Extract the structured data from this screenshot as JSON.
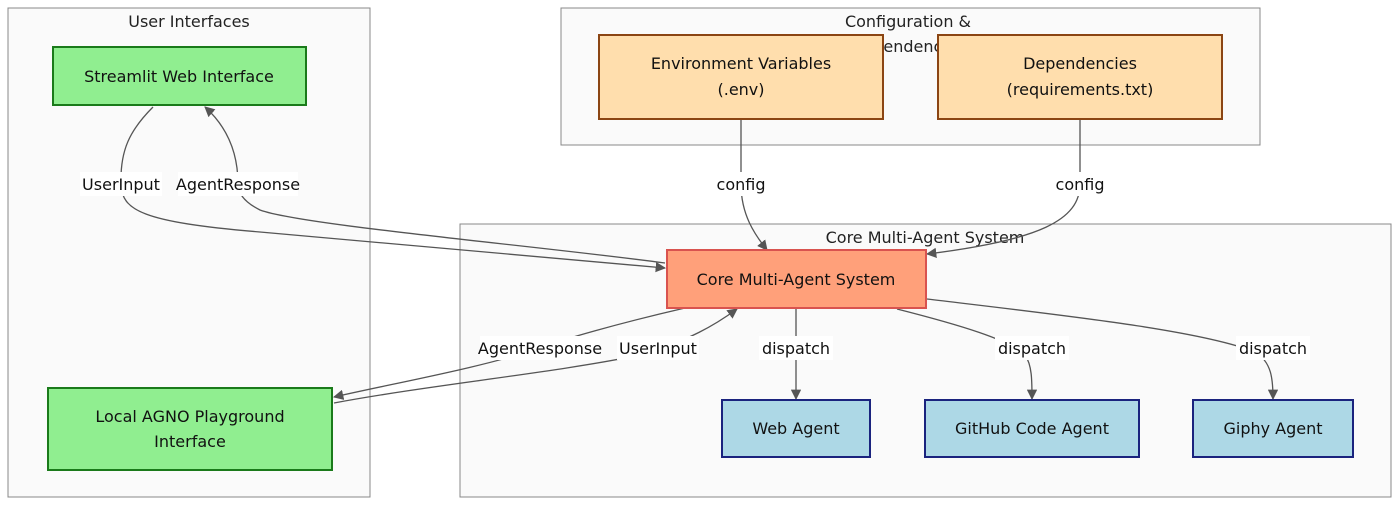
{
  "clusters": {
    "user_interfaces": "User Interfaces",
    "config": "Configuration &",
    "config_line2": "Dependencies",
    "core": "Core Multi-Agent System"
  },
  "nodes": {
    "streamlit": "Streamlit Web Interface",
    "playground_line1": "Local AGNO Playground",
    "playground_line2": "Interface",
    "env_line1": "Environment Variables",
    "env_line2": "(.env)",
    "deps_line1": "Dependencies",
    "deps_line2": "(requirements.txt)",
    "core": "Core Multi-Agent System",
    "web_agent": "Web Agent",
    "github_agent": "GitHub Code Agent",
    "giphy_agent": "Giphy Agent"
  },
  "edge_labels": {
    "streamlit_input": "UserInput",
    "streamlit_response": "AgentResponse",
    "env_config": "config",
    "deps_config": "config",
    "playground_response": "AgentResponse",
    "playground_input": "UserInput",
    "dispatch_web": "dispatch",
    "dispatch_github": "dispatch",
    "dispatch_giphy": "dispatch"
  },
  "colors": {
    "ui_node_fill": "#90ee90",
    "config_node_fill": "#ffdead",
    "core_node_fill": "#ffa07a",
    "agent_node_fill": "#add8e6"
  }
}
